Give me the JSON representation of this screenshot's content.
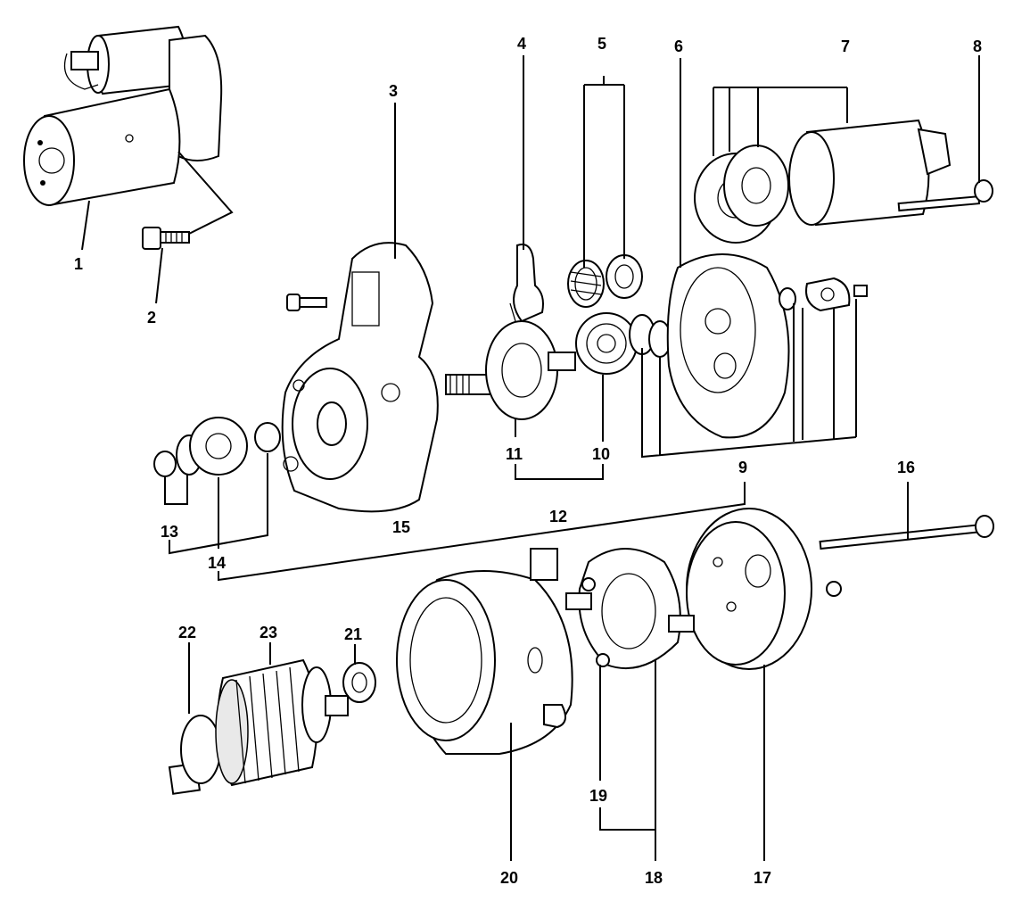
{
  "callouts": [
    "1",
    "2",
    "3",
    "4",
    "5",
    "6",
    "7",
    "8",
    "9",
    "10",
    "11",
    "12",
    "13",
    "14",
    "15",
    "16",
    "17",
    "18",
    "19",
    "20",
    "21",
    "22",
    "23"
  ]
}
